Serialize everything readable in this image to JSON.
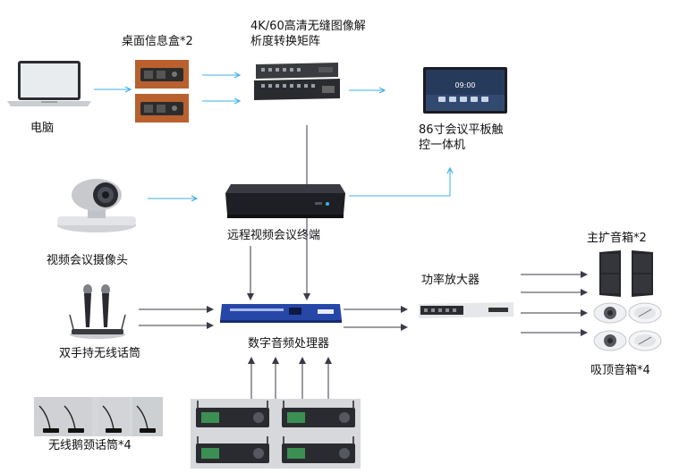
{
  "labels": {
    "desk_box": "桌面信息盒*2",
    "matrix_line1": "4K/60高清无缝图像解",
    "matrix_line2": "析度转换矩阵",
    "computer": "电脑",
    "panel_line1": "86寸会议平板触",
    "panel_line2": "控一体机",
    "video_terminal": "远程视频会议终端",
    "camera": "视频会议摄像头",
    "main_speaker": "主扩音箱*2",
    "amplifier": "功率放大器",
    "handheld_mic": "双手持无线话筒",
    "dsp": "数字音频处理器",
    "ceiling_speaker": "吸顶音箱*4",
    "gooseneck_mic": "无线鹅颈话筒*4"
  },
  "screen_clock": "09:00",
  "colors": {
    "arrow_cyan": "#3fb0e6",
    "arrow_dark": "#3a3a4a",
    "dsp_blue": "#2747a8",
    "wood": "#b8612f"
  }
}
